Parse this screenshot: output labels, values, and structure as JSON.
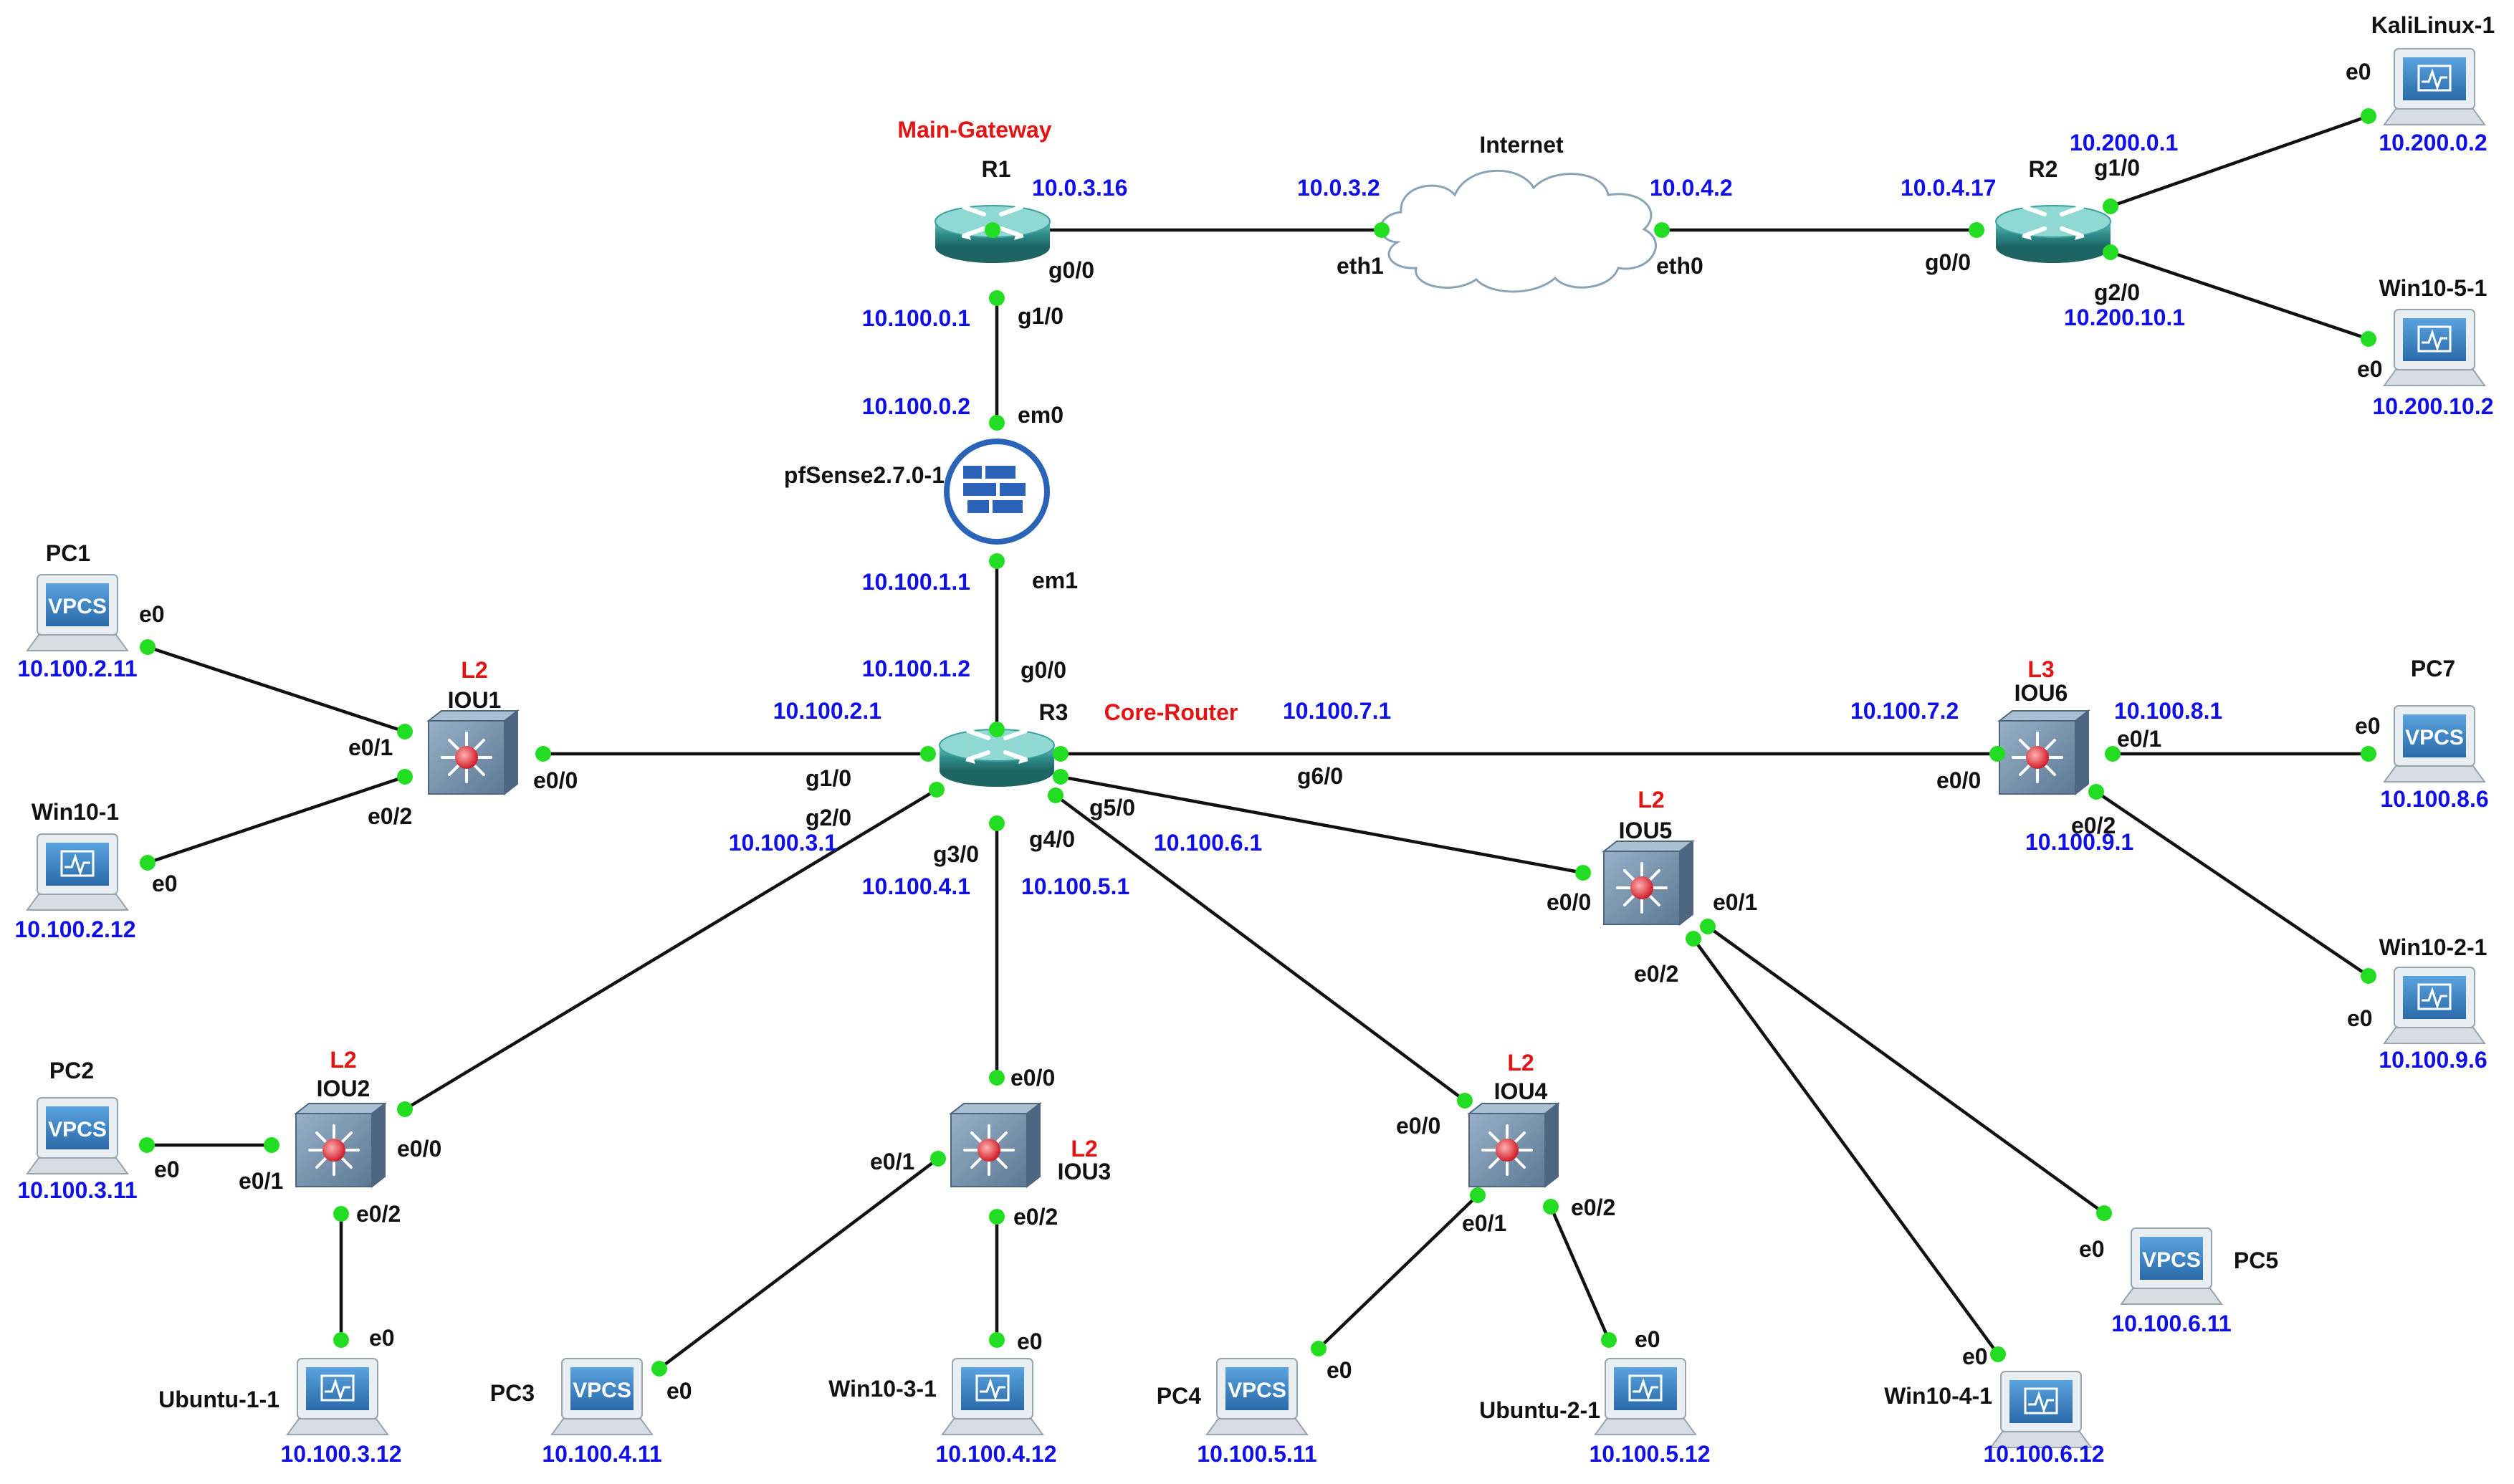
{
  "colors": {
    "ip_text": "#1010e6",
    "annotation_text": "#e31414",
    "link_endpoint": "#22dd22",
    "router_body": "#2e8d8a",
    "switch_body": "#6f8aa6",
    "firewall_ring": "#2a63b8",
    "pc_screen": "#3b83c4"
  },
  "annotations": {
    "main_gateway": "Main-Gateway",
    "core_router": "Core-Router",
    "iou1_layer": "L2",
    "iou2_layer": "L2",
    "iou3_layer": "L2",
    "iou4_layer": "L2",
    "iou5_layer": "L2",
    "iou6_layer": "L3"
  },
  "nodes": {
    "R1": {
      "label": "R1",
      "icon": "router-icon"
    },
    "R2": {
      "label": "R2",
      "icon": "router-icon"
    },
    "R3": {
      "label": "R3",
      "icon": "router-icon"
    },
    "internet": {
      "label": "Internet",
      "icon": "cloud-icon"
    },
    "pfsense": {
      "label": "pfSense2.7.0-1",
      "icon": "firewall-icon"
    },
    "IOU1": {
      "label": "IOU1",
      "icon": "switch-icon"
    },
    "IOU2": {
      "label": "IOU2",
      "icon": "switch-icon"
    },
    "IOU3": {
      "label": "IOU3",
      "icon": "switch-icon"
    },
    "IOU4": {
      "label": "IOU4",
      "icon": "switch-icon"
    },
    "IOU5": {
      "label": "IOU5",
      "icon": "switch-icon"
    },
    "IOU6": {
      "label": "IOU6",
      "icon": "switch-icon"
    },
    "kali": {
      "label": "KaliLinux-1",
      "ip": "10.200.0.2",
      "icon": "host-icon"
    },
    "win10_5": {
      "label": "Win10-5-1",
      "ip": "10.200.10.2",
      "icon": "host-icon"
    },
    "PC1": {
      "label": "PC1",
      "ip": "10.100.2.11",
      "icon": "vpcs-icon",
      "badge": "VPCS"
    },
    "win10_1": {
      "label": "Win10-1",
      "ip": "10.100.2.12",
      "icon": "host-icon"
    },
    "PC2": {
      "label": "PC2",
      "ip": "10.100.3.11",
      "icon": "vpcs-icon",
      "badge": "VPCS"
    },
    "ubuntu1": {
      "label": "Ubuntu-1-1",
      "ip": "10.100.3.12",
      "icon": "host-icon"
    },
    "PC3": {
      "label": "PC3",
      "ip": "10.100.4.11",
      "icon": "vpcs-icon",
      "badge": "VPCS"
    },
    "win10_3": {
      "label": "Win10-3-1",
      "ip": "10.100.4.12",
      "icon": "host-icon"
    },
    "PC4": {
      "label": "PC4",
      "ip": "10.100.5.11",
      "icon": "vpcs-icon",
      "badge": "VPCS"
    },
    "ubuntu2": {
      "label": "Ubuntu-2-1",
      "ip": "10.100.5.12",
      "icon": "host-icon"
    },
    "PC5": {
      "label": "PC5",
      "ip": "10.100.6.11",
      "icon": "vpcs-icon",
      "badge": "VPCS"
    },
    "win10_4": {
      "label": "Win10-4-1",
      "ip": "10.100.6.12",
      "icon": "host-icon"
    },
    "PC7": {
      "label": "PC7",
      "ip": "10.100.8.6",
      "icon": "vpcs-icon",
      "badge": "VPCS"
    },
    "win10_2": {
      "label": "Win10-2-1",
      "ip": "10.100.9.6",
      "icon": "host-icon"
    }
  },
  "links": [
    {
      "a": "R1",
      "b": "internet",
      "a_port": "g0/0",
      "b_port": "eth1",
      "a_ip": "10.0.3.16",
      "b_ip": "10.0.3.2"
    },
    {
      "a": "internet",
      "b": "R2",
      "a_port": "eth0",
      "b_port": "g0/0",
      "a_ip": "10.0.4.2",
      "b_ip": "10.0.4.17"
    },
    {
      "a": "R2",
      "b": "kali",
      "a_port": "g1/0",
      "b_port": "e0",
      "a_ip": "10.200.0.1"
    },
    {
      "a": "R2",
      "b": "win10_5",
      "a_port": "g2/0",
      "b_port": "e0",
      "a_ip": "10.200.10.1"
    },
    {
      "a": "R1",
      "b": "pfsense",
      "a_port": "g1/0",
      "b_port": "em0",
      "a_ip": "10.100.0.1",
      "b_ip": "10.100.0.2"
    },
    {
      "a": "pfsense",
      "b": "R3",
      "a_port": "em1",
      "b_port": "g0/0",
      "a_ip": "10.100.1.1",
      "b_ip": "10.100.1.2"
    },
    {
      "a": "R3",
      "b": "IOU1",
      "a_port": "g1/0",
      "b_port": "e0/0",
      "a_ip": "10.100.2.1"
    },
    {
      "a": "IOU1",
      "b": "PC1",
      "a_port": "e0/1",
      "b_port": "e0"
    },
    {
      "a": "IOU1",
      "b": "win10_1",
      "a_port": "e0/2",
      "b_port": "e0"
    },
    {
      "a": "R3",
      "b": "IOU2",
      "a_port": "g2/0",
      "b_port": "e0/0",
      "a_ip": "10.100.3.1"
    },
    {
      "a": "IOU2",
      "b": "PC2",
      "a_port": "e0/1",
      "b_port": "e0"
    },
    {
      "a": "IOU2",
      "b": "ubuntu1",
      "a_port": "e0/2",
      "b_port": "e0"
    },
    {
      "a": "R3",
      "b": "IOU3",
      "a_port": "g3/0",
      "b_port": "e0/0",
      "a_ip": "10.100.4.1"
    },
    {
      "a": "IOU3",
      "b": "PC3",
      "a_port": "e0/1",
      "b_port": "e0"
    },
    {
      "a": "IOU3",
      "b": "win10_3",
      "a_port": "e0/2",
      "b_port": "e0"
    },
    {
      "a": "R3",
      "b": "IOU4",
      "a_port": "g4/0",
      "b_port": "e0/0",
      "a_ip": "10.100.5.1"
    },
    {
      "a": "IOU4",
      "b": "PC4",
      "a_port": "e0/1",
      "b_port": "e0"
    },
    {
      "a": "IOU4",
      "b": "ubuntu2",
      "a_port": "e0/2",
      "b_port": "e0"
    },
    {
      "a": "R3",
      "b": "IOU5",
      "a_port": "g5/0",
      "b_port": "e0/0",
      "a_ip": "10.100.6.1"
    },
    {
      "a": "IOU5",
      "b": "PC5",
      "a_port": "e0/1",
      "b_port": "e0"
    },
    {
      "a": "IOU5",
      "b": "win10_4",
      "a_port": "e0/2",
      "b_port": "e0"
    },
    {
      "a": "R3",
      "b": "IOU6",
      "a_port": "g6/0",
      "b_port": "e0/0",
      "a_ip": "10.100.7.1",
      "b_ip": "10.100.7.2"
    },
    {
      "a": "IOU6",
      "b": "PC7",
      "a_port": "e0/1",
      "b_port": "e0",
      "a_ip": "10.100.8.1"
    },
    {
      "a": "IOU6",
      "b": "win10_2",
      "a_port": "e0/2",
      "b_port": "e0",
      "a_ip": "10.100.9.1"
    }
  ]
}
